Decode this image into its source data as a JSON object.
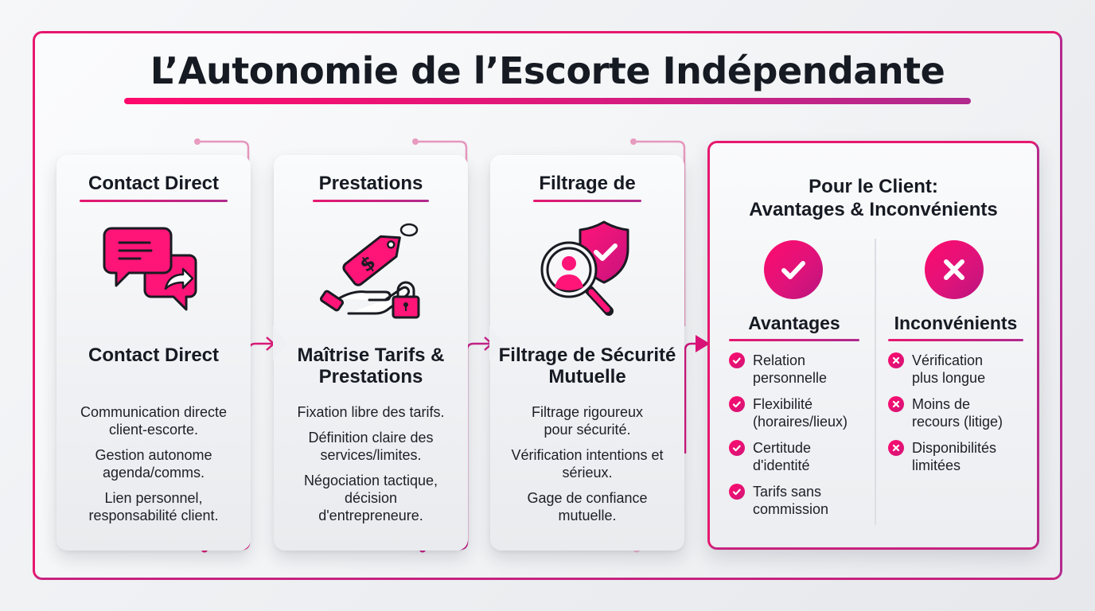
{
  "title": "L’Autonomie de l’Escorte Indépendante",
  "colors": {
    "accent": "#e6186f",
    "accent_end": "#b02a8e",
    "text": "#161a22",
    "background": "#eef0f3"
  },
  "cards": [
    {
      "heading": "Contact Direct",
      "icon": "chat-bubbles-forward-icon",
      "subtitle": "Contact Direct",
      "points": [
        "Communication directe client-escorte.",
        "Gestion autonome agenda/comms.",
        "Lien personnel, responsabilité client."
      ]
    },
    {
      "heading": "Prestations",
      "icon": "price-tag-hand-lock-icon",
      "subtitle": "Maîtrise Tarifs & Prestations",
      "points": [
        "Fixation libre des tarifs.",
        "Définition claire des services/limites.",
        "Négociation tactique, décision d'entrepreneure."
      ]
    },
    {
      "heading": "Filtrage de",
      "icon": "magnifier-user-shield-check-icon",
      "subtitle": "Filtrage de Sécurité Mutuelle",
      "points": [
        "Filtrage rigoureux pour sécurité.",
        "Vérification intentions et sérieux.",
        "Gage de confiance mutuelle."
      ]
    }
  ],
  "client_panel": {
    "title_line1": "Pour le Client:",
    "title_line2": "Avantages & Inconvénients",
    "pros": {
      "heading": "Avantages",
      "icon": "check-circle-icon",
      "items": [
        "Relation personnelle",
        "Flexibilité (horaires/lieux)",
        "Certitude d'identité",
        "Tarifs sans commission"
      ]
    },
    "cons": {
      "heading": "Inconvénients",
      "icon": "x-circle-icon",
      "items": [
        "Vérification plus longue",
        "Moins de recours (litige)",
        "Disponibilités limitées"
      ]
    }
  }
}
